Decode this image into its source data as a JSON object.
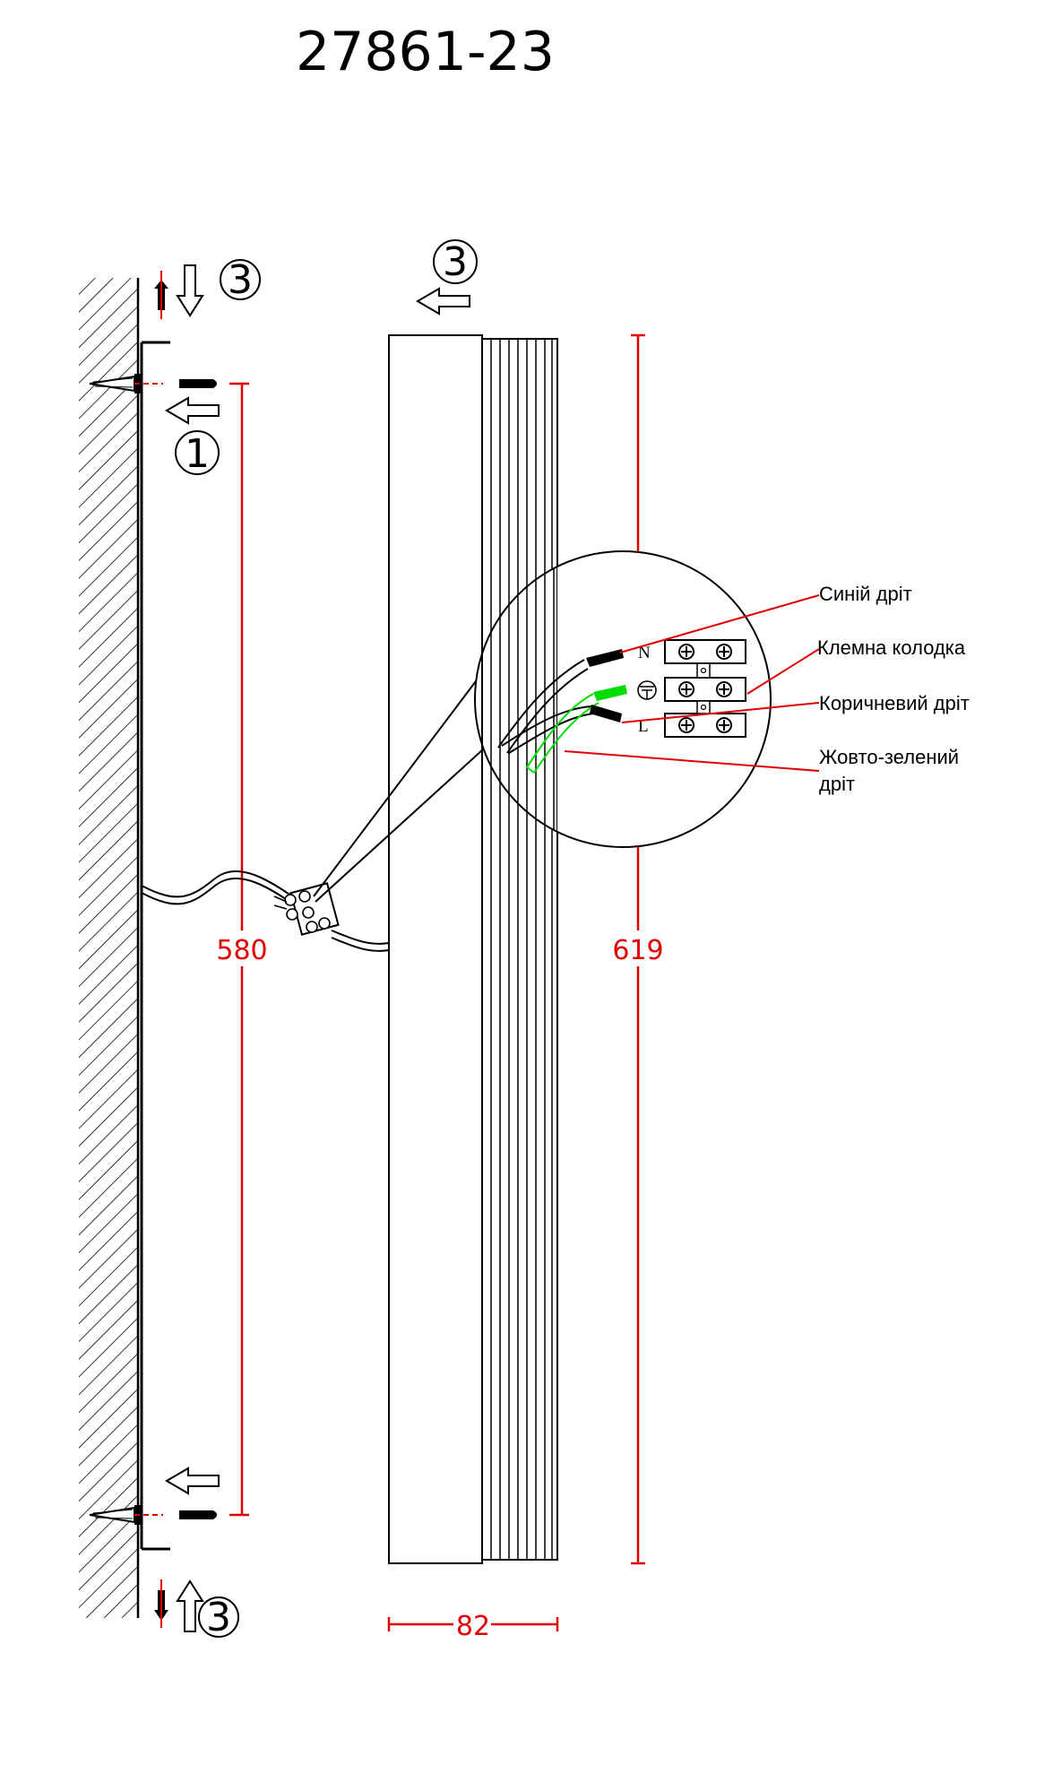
{
  "title": "27861-23",
  "steps": {
    "top_mount": "3",
    "fixture_slide": "3",
    "first_screw": "1",
    "bottom_mount": "3"
  },
  "dimensions": {
    "mount_height": "580",
    "fixture_height": "619",
    "fixture_depth": "82"
  },
  "terminals": {
    "neutral": "N",
    "live": "L"
  },
  "callouts": {
    "blue_wire": "Синій дріт",
    "terminal_block": "Клемна колодка",
    "brown_wire": "Коричневий дріт",
    "earth_wire_line1": "Жовто-зелений",
    "earth_wire_line2": "дріт"
  },
  "colors": {
    "dimension": "#e00000",
    "earth_wire": "#00dd00",
    "ink": "#000000"
  }
}
